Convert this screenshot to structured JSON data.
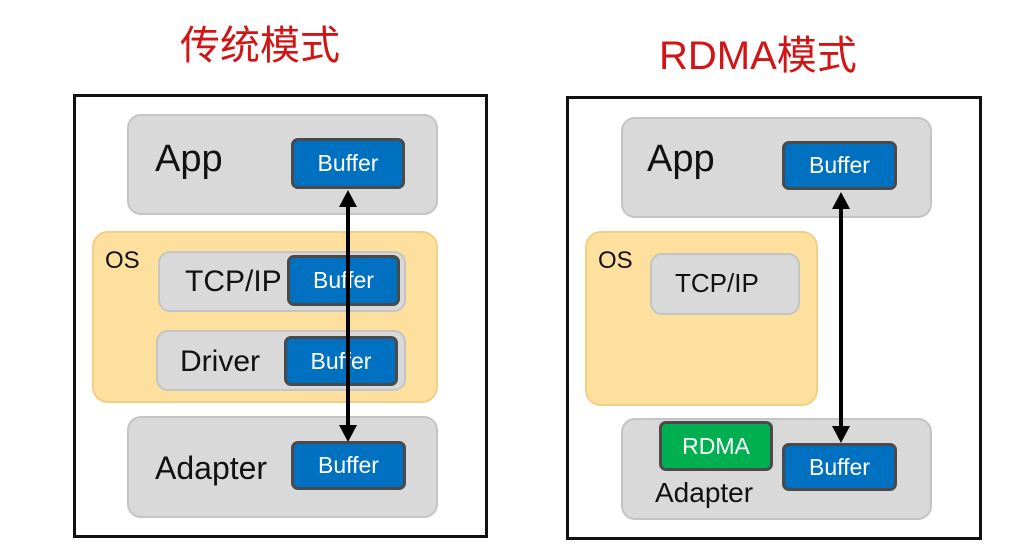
{
  "left": {
    "title": "传统模式",
    "app": {
      "label": "App",
      "buffer": "Buffer"
    },
    "os": {
      "label": "OS",
      "tcpip": {
        "label": "TCP/IP",
        "buffer": "Buffer"
      },
      "driver": {
        "label": "Driver",
        "buffer": "Buffer"
      }
    },
    "adapter": {
      "label": "Adapter",
      "buffer": "Buffer"
    }
  },
  "right": {
    "title": "RDMA模式",
    "app": {
      "label": "App",
      "buffer": "Buffer"
    },
    "os": {
      "label": "OS",
      "tcpip": {
        "label": "TCP/IP"
      }
    },
    "adapter": {
      "label": "Adapter",
      "rdma": "RDMA",
      "buffer": "Buffer"
    }
  },
  "colors": {
    "title": "#d21414",
    "buffer": "#0070c0",
    "rdma": "#00b050",
    "os": "#fde09e",
    "layer": "#d9d9d9"
  }
}
